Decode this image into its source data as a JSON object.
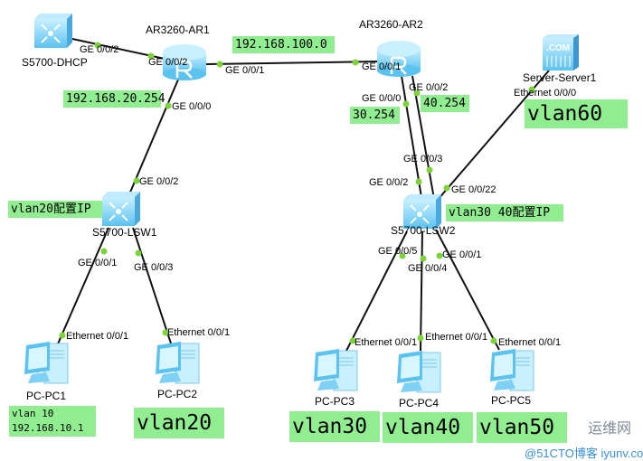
{
  "devices": {
    "dhcp": "S5700-DHCP",
    "ar1": "AR3260-AR1",
    "ar2": "AR3260-AR2",
    "server": "Server-Server1",
    "lsw1": "S5700-LSW1",
    "lsw2": "S5700-LSW2",
    "pc1": "PC-PC1",
    "pc2": "PC-PC2",
    "pc3": "PC-PC3",
    "pc4": "PC-PC4",
    "pc5": "PC-PC5",
    "server_badge": ".COM"
  },
  "ports": {
    "dhcp_ge002": "GE 0/0/2",
    "ar1_ge002": "GE 0/0/2",
    "ar1_ge001": "GE 0/0/1",
    "ar1_ge000": "GE 0/0/0",
    "lsw1_ge002": "GE 0/0/2",
    "ar2_ge001": "GE 0/0/1",
    "ar2_ge000": "GE 0/0/0",
    "ar2_ge002": "GE 0/0/2",
    "lsw2_ge003": "GE 0/0/3",
    "lsw2_ge002": "GE 0/0/2",
    "lsw2_ge0022": "GE 0/0/22",
    "server_eth000": "Ethernet 0/0/0",
    "lsw1_ge001": "GE 0/0/1",
    "lsw1_ge003": "GE 0/0/3",
    "pc1_eth": "Ethernet 0/0/1",
    "pc2_eth": "Ethernet 0/0/1",
    "lsw2_ge005": "GE 0/0/5",
    "lsw2_ge004": "GE 0/0/4",
    "lsw2_ge001": "GE 0/0/1",
    "pc3_eth": "Ethernet 0/0/1",
    "pc4_eth": "Ethernet 0/0/1",
    "pc5_eth": "Ethernet 0/0/1"
  },
  "notes": {
    "net100": "192.168.100.0",
    "ip20": "192.168.20.254",
    "lsw1_cfg": "vlan20配置IP",
    "ip30": "30.254",
    "ip40": "40.254",
    "vlan60": "vlan60",
    "lsw2_cfg": "vlan30 40配置IP",
    "pc1_vlan": "vlan 10",
    "pc1_ip": "192.168.10.1",
    "vlan20": "vlan20",
    "vlan30": "vlan30",
    "vlan40": "vlan40",
    "vlan50": "vlan50"
  },
  "watermark": {
    "line1": "运维网",
    "line2": "@51CTO博客 iyunv.com"
  },
  "colors": {
    "note_bg": "#90ee90",
    "port_dot": "#7dd33a",
    "link": "#111111",
    "device": "#7fd0f5"
  }
}
